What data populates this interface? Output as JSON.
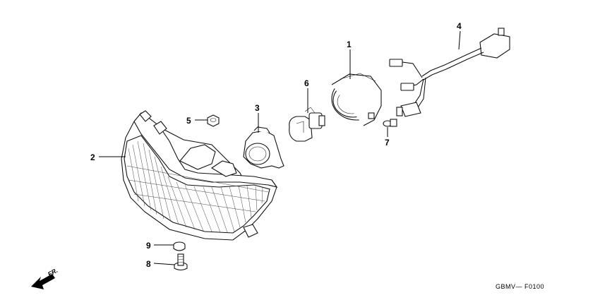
{
  "callouts": [
    {
      "number": "1"
    },
    {
      "number": "2"
    },
    {
      "number": "3"
    },
    {
      "number": "4"
    },
    {
      "number": "5"
    },
    {
      "number": "6"
    },
    {
      "number": "7"
    },
    {
      "number": "8"
    },
    {
      "number": "9"
    }
  ],
  "direction": {
    "label": "FR."
  },
  "drawing_code": "GBMV— F0100"
}
